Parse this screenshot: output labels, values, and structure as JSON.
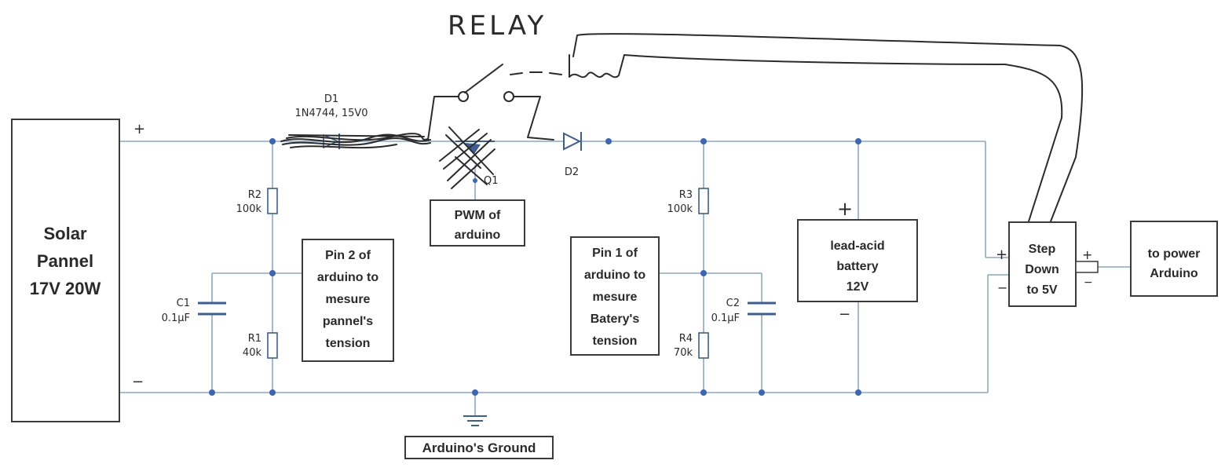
{
  "components": {
    "solar_panel": {
      "lines": [
        "Solar",
        "Pannel",
        "17V 20W"
      ]
    },
    "pin2_box": {
      "lines": [
        "Pin 2 of",
        "arduino to",
        "mesure",
        "pannel's",
        "tension"
      ]
    },
    "pwm_box": {
      "lines": [
        "PWM of",
        "arduino"
      ]
    },
    "pin1_box": {
      "lines": [
        "Pin 1 of",
        "arduino to",
        "mesure",
        "Batery's",
        "tension"
      ]
    },
    "battery": {
      "lines": [
        "lead-acid",
        "battery",
        "12V"
      ]
    },
    "step_down": {
      "lines": [
        "Step",
        "Down",
        "to 5V"
      ]
    },
    "arduino_power": {
      "lines": [
        "to power",
        "Arduino"
      ]
    },
    "ground_box": {
      "label": "Arduino's Ground"
    },
    "r1": {
      "ref": "R1",
      "value": "40k"
    },
    "r2": {
      "ref": "R2",
      "value": "100k"
    },
    "r3": {
      "ref": "R3",
      "value": "100k"
    },
    "r4": {
      "ref": "R4",
      "value": "70k"
    },
    "c1": {
      "ref": "C1",
      "value": "0.1µF"
    },
    "c2": {
      "ref": "C2",
      "value": "0.1µF"
    },
    "d1": {
      "ref": "D1",
      "value": "1N4744, 15V0"
    },
    "d2": {
      "ref": "D2"
    },
    "q1": {
      "ref": "Q1"
    }
  },
  "annotations": {
    "relay": "RELAY",
    "plus": "+",
    "minus": "−"
  },
  "colors": {
    "wire": "#8aa6c8",
    "component": "#3a5f96",
    "node": "#3a66b8",
    "pen": "#2b2b2b"
  }
}
